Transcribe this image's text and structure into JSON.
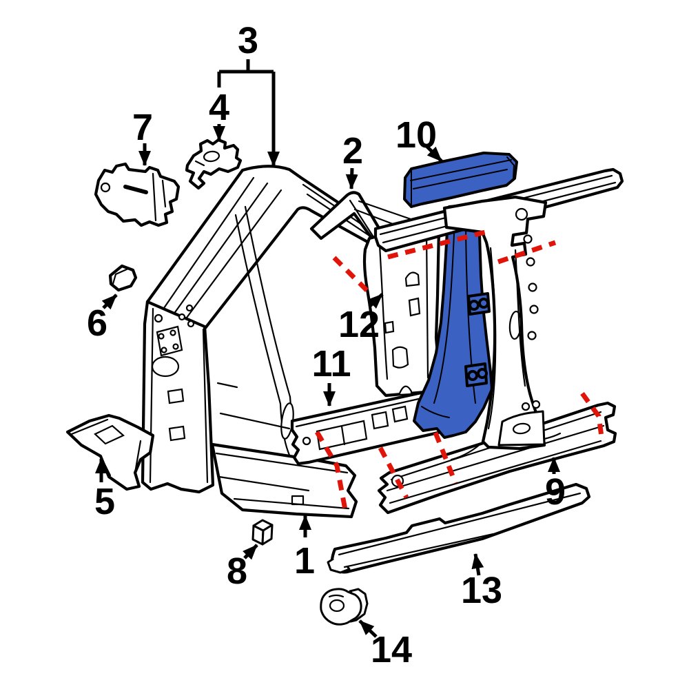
{
  "diagram": {
    "background_color": "#ffffff",
    "line_color": "#000000",
    "highlight_color": "#3b62c3",
    "cut_line_color": "#e01408",
    "highlighted_part_label": "10",
    "callouts": [
      {
        "label": "1"
      },
      {
        "label": "2"
      },
      {
        "label": "3"
      },
      {
        "label": "4"
      },
      {
        "label": "5"
      },
      {
        "label": "6"
      },
      {
        "label": "7"
      },
      {
        "label": "8"
      },
      {
        "label": "9"
      },
      {
        "label": "10"
      },
      {
        "label": "11"
      },
      {
        "label": "12"
      },
      {
        "label": "13"
      },
      {
        "label": "14"
      }
    ]
  }
}
